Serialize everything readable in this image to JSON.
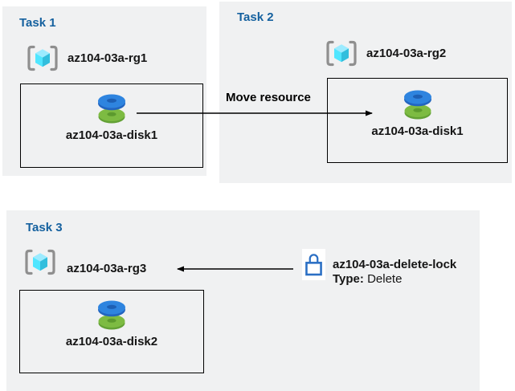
{
  "tasks": [
    {
      "title": "Task 1",
      "resource_group": "az104-03a-rg1",
      "resource": "az104-03a-disk1"
    },
    {
      "title": "Task 2",
      "resource_group": "az104-03a-rg2",
      "resource": "az104-03a-disk1"
    },
    {
      "title": "Task 3",
      "resource_group": "az104-03a-rg3",
      "resource": "az104-03a-disk2"
    }
  ],
  "move_arrow": {
    "label": "Move resource"
  },
  "lock": {
    "name": "az104-03a-delete-lock",
    "type_label": "Type:",
    "type_value": "Delete"
  },
  "icons": {
    "resource_group": "resource-group-icon",
    "disk": "managed-disk-icon",
    "lock": "lock-icon",
    "arrow": "arrow-connector"
  },
  "colors": {
    "panel_bg": "#f0f1f2",
    "title_blue": "#15619f",
    "cube_top": "#9cebff",
    "cube_left": "#50e6ff",
    "cube_right": "#32bedd",
    "bracket_gray": "#8f8f8f",
    "disk_blue": "#2e84df",
    "disk_blue_dark": "#1d5fb4",
    "disk_green": "#7dbb42",
    "disk_green_dark": "#5e9b31",
    "lock_blue": "#2b6fc4",
    "arrow_black": "#000000"
  }
}
